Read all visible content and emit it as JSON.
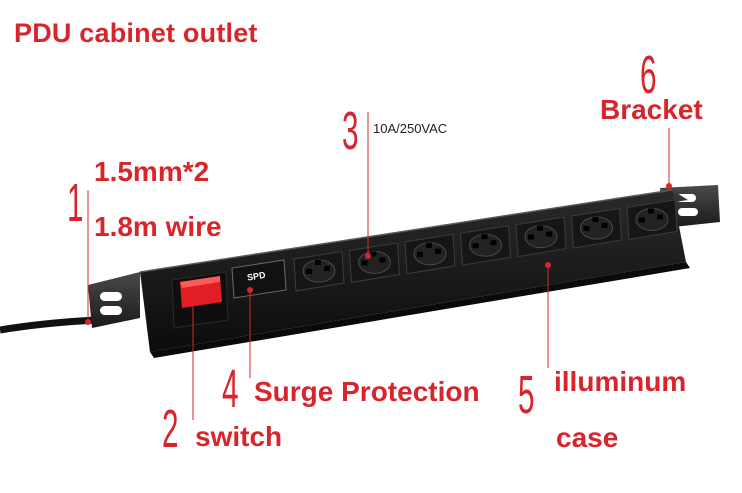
{
  "title": "PDU cabinet outlet",
  "callouts": {
    "wire": {
      "number": "1",
      "line1": "1.5mm*2",
      "line2": "1.8m wire"
    },
    "switch": {
      "number": "2",
      "label": "switch"
    },
    "rating": {
      "number": "3",
      "label": "10A/250VAC"
    },
    "surge": {
      "number": "4",
      "label": "Surge Protection"
    },
    "case": {
      "number": "5",
      "line1": "illuminum",
      "line2": "case"
    },
    "bracket": {
      "number": "6",
      "label": "Bracket"
    }
  },
  "spd_module": {
    "label": "SPD"
  },
  "outlets": {
    "count": 7
  },
  "colors": {
    "accent": "#d8252b",
    "body": "#1b1b1b",
    "switch": "#e01e24"
  }
}
